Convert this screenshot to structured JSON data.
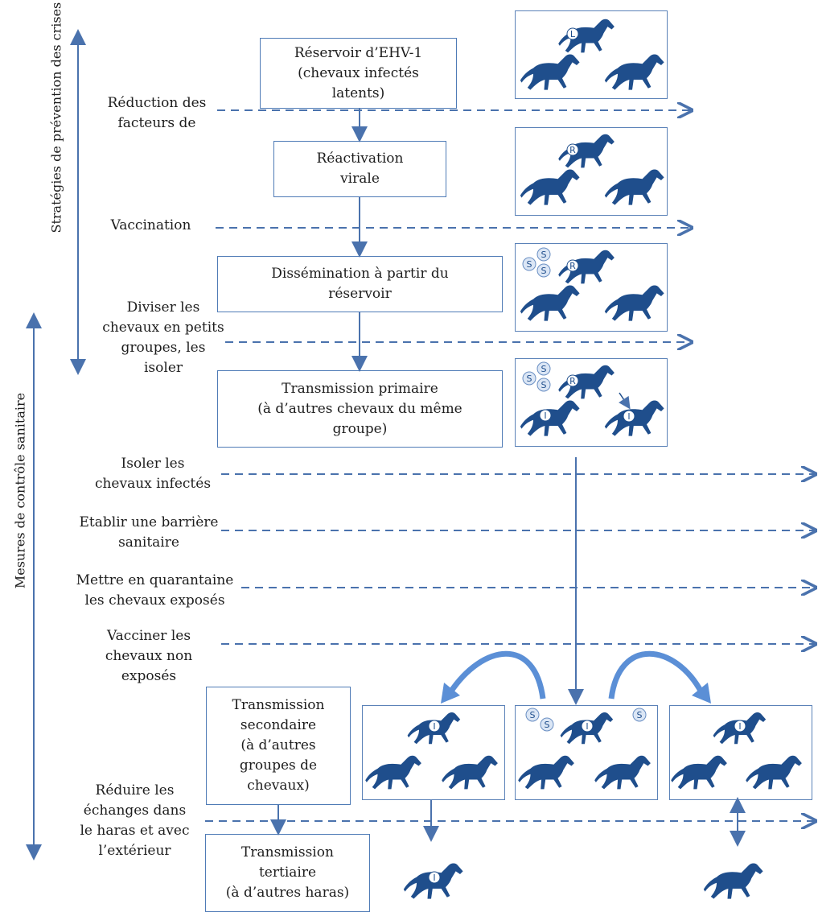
{
  "side_labels": {
    "prevention": "Stratégies de prévention des crises",
    "control": "Mesures de contrôle sanitaire"
  },
  "flow": {
    "reservoir": "Réservoir d’EHV-1\n(chevaux infectés\nlatents)",
    "reactivation": "Réactivation\nvirale",
    "dissemination": "Dissémination à partir du\nréservoir",
    "primary": "Transmission primaire\n(à d’autres chevaux du même\ngroupe)",
    "secondary": "Transmission\nsecondaire\n(à d’autres\ngroupes de\nchevaux)",
    "tertiary": "Transmission\ntertiaire\n(à d’autres haras)"
  },
  "measures": {
    "reduce_factors": "Réduction des\nfacteurs de",
    "vaccination": "Vaccination",
    "divide": "Diviser les\nchevaux en petits\ngroupes, les\nisoler",
    "isolate_infected": "Isoler les\nchevaux infectés",
    "barrier": "Etablir une barrière\nsanitaire",
    "quarantine": "Mettre en quarantaine\nles chevaux exposés",
    "vaccinate_unexposed": "Vacciner les\nchevaux non\nexposés",
    "reduce_exchanges": "Réduire les\néchanges dans\nle haras et avec\nl’extérieur"
  },
  "horse_markers": {
    "latent": "L",
    "reactivated": "R",
    "infected": "I",
    "shedding": "S"
  },
  "colors": {
    "horse": "#1f4e8c",
    "arrow": "#4a72ad",
    "box_border": "#4f7bb6",
    "curved_arrow": "#5b8fd6"
  }
}
